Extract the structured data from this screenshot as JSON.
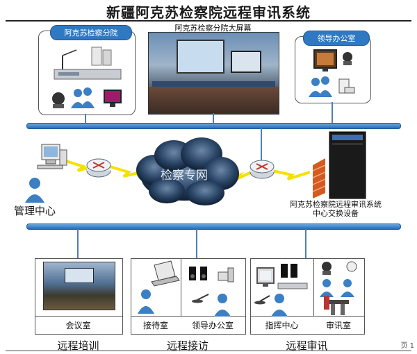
{
  "title": "新疆阿克苏检察院远程审讯系统",
  "top": {
    "branch_label": "阿克苏检察分院",
    "screen_label": "阿克苏检察分院大屏幕",
    "leader_label": "领导办公室"
  },
  "center": {
    "cloud_label": "检察专网",
    "mgmt_label": "管理中心",
    "switch_label_line1": "阿克苏检察院远程审讯系统",
    "switch_label_line2": "中心交换设备"
  },
  "bottom": {
    "meeting_room": "会议室",
    "reception": "接待室",
    "leader_office": "领导办公室",
    "command_center": "指挥中心",
    "interrogation_room": "审讯室"
  },
  "captions": {
    "training": "远程培训",
    "visit": "远程接访",
    "interrogation": "远程审讯"
  },
  "page_number": "页 1",
  "colors": {
    "bus": "#2a6cb3",
    "pill": "#2f78c2",
    "cloud": "#1e3a5f",
    "lightning": "#f5e100"
  }
}
